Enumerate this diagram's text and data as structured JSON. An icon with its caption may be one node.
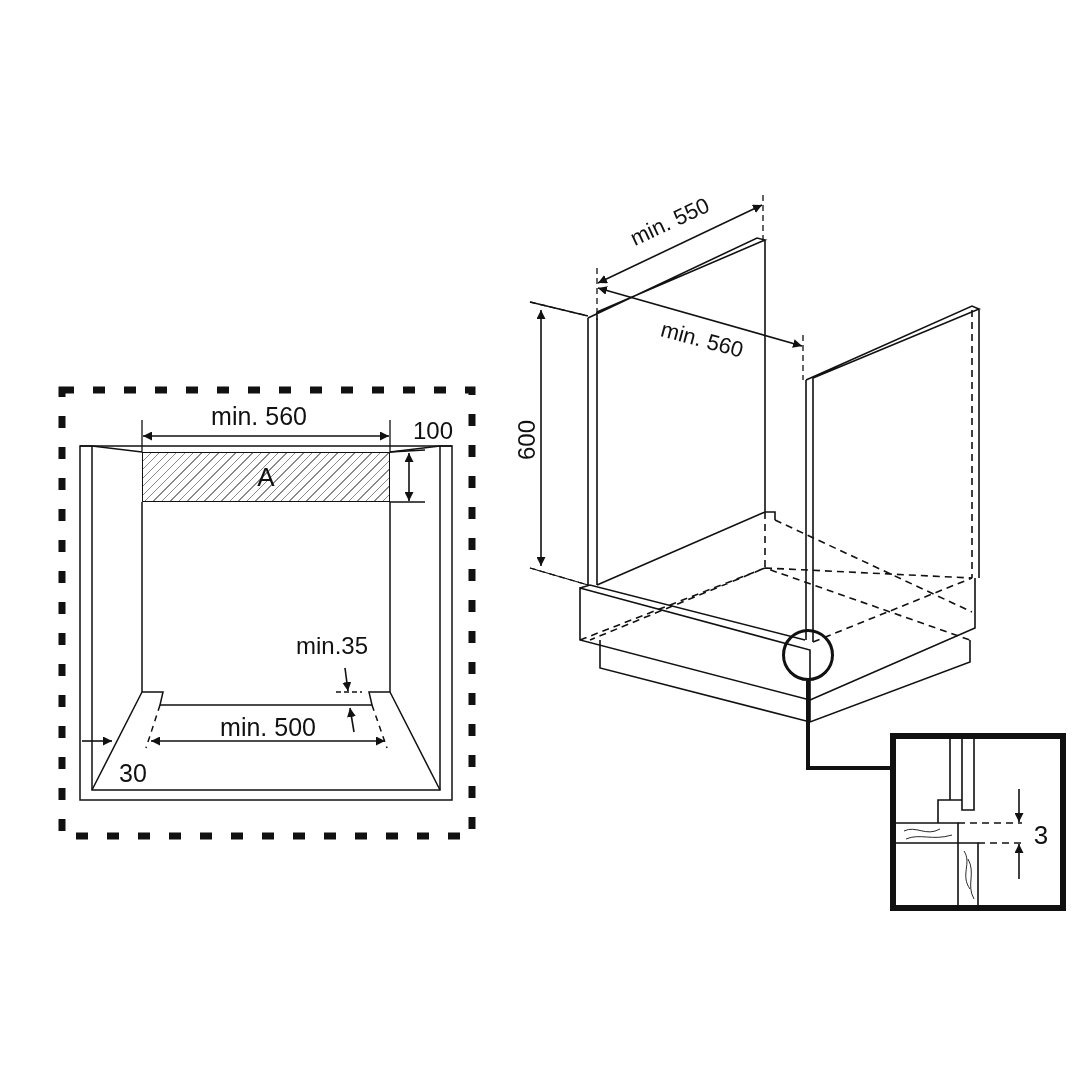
{
  "diagram": {
    "nodes": [
      {
        "text": [
          "A"
        ]
      },
      {
        "text": [],
        "shape": "circle"
      },
      {
        "text": [],
        "shape": "box"
      }
    ],
    "edges": [
      {
        "from": 1,
        "to": 2,
        "arrow": "none"
      }
    ],
    "labels": [
      "min. 550",
      "min. 560",
      "min. 560",
      "100",
      "600",
      "min.35",
      "min. 500",
      "30",
      "3"
    ]
  }
}
